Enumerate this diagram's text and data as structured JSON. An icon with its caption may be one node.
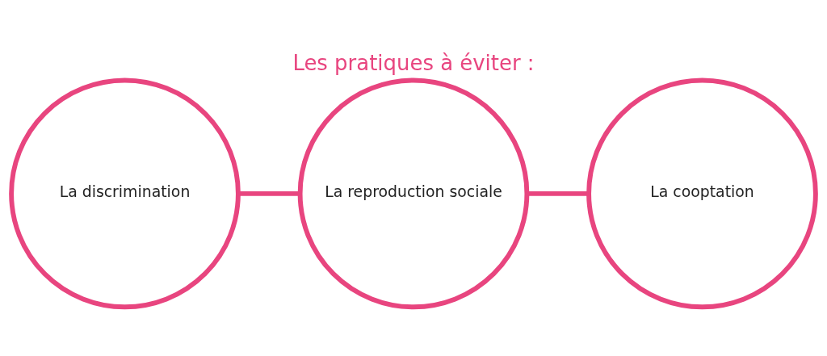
{
  "diagram": {
    "title": "Les pratiques à éviter :",
    "nodes": [
      {
        "text": [
          "La discrimination"
        ]
      },
      {
        "text": [
          "La reproduction sociale"
        ]
      },
      {
        "text": [
          "La cooptation"
        ]
      }
    ],
    "edges": [
      {
        "from": 0,
        "to": 1,
        "arrow": "none"
      },
      {
        "from": 1,
        "to": 2,
        "arrow": "none"
      }
    ]
  }
}
